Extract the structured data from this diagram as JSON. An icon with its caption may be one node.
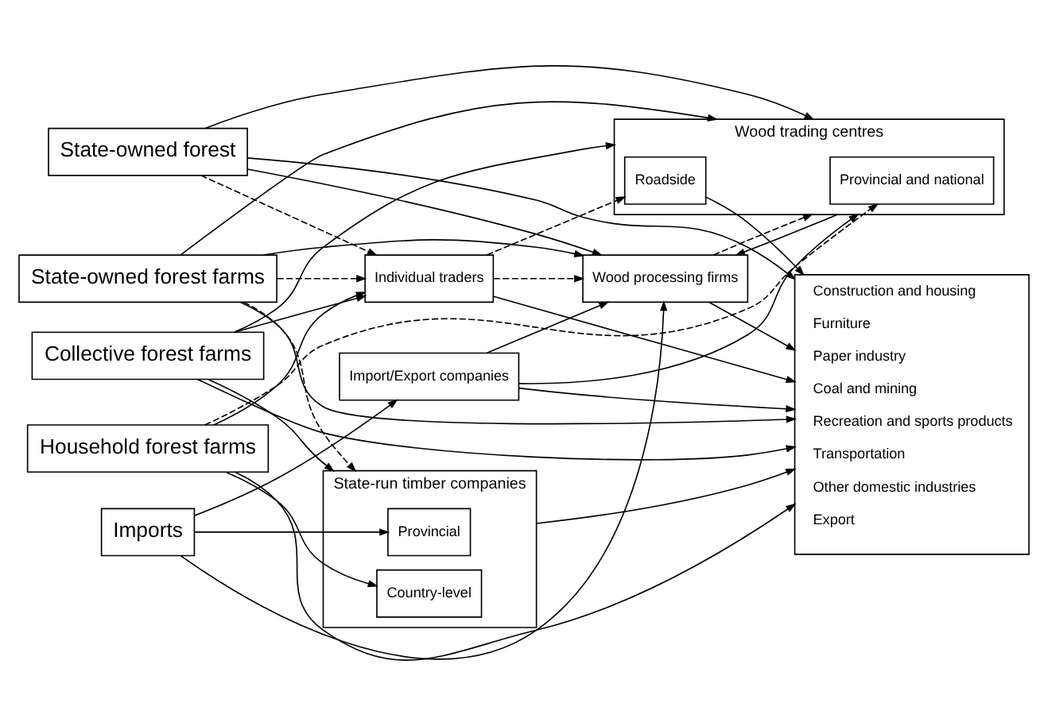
{
  "diagram": {
    "nodes": [
      {
        "text": [
          "State-owned forest"
        ]
      },
      {
        "text": [
          "State-owned forest farms"
        ]
      },
      {
        "text": [
          "Collective forest farms"
        ]
      },
      {
        "text": [
          "Household forest farms"
        ]
      },
      {
        "text": [
          "Imports"
        ]
      },
      {
        "text": [
          "Wood processing firms"
        ]
      },
      {
        "text": [
          "Wood trading centres"
        ]
      },
      {
        "text": [
          "Provincial and national"
        ],
        "in": 6
      },
      {
        "text": [
          "Roadside"
        ],
        "in": 6
      },
      {
        "text": [
          "State-run timber companies"
        ]
      },
      {
        "text": [
          "Provincial"
        ],
        "in": 9
      },
      {
        "text": [
          "Country-level"
        ],
        "in": 9
      },
      {
        "text": [
          "Individual traders"
        ]
      },
      {
        "text": [
          "Import/Export companies"
        ]
      },
      {
        "text": [
          "Construction and housing",
          "Furniture",
          "Paper industry",
          "Coal and mining",
          "Recreation and sports products",
          "Transportation",
          "Other domestic industries",
          "Export"
        ]
      }
    ],
    "edges": [
      {
        "from": 0,
        "to": 5,
        "arrow": "to"
      },
      {
        "from": 0,
        "to": 14,
        "arrow": "to"
      },
      {
        "from": 0,
        "to": 6,
        "arrow": "to"
      },
      {
        "from": 0,
        "to": 12,
        "arrow": "to",
        "style": "dashed"
      },
      {
        "from": 1,
        "to": 14,
        "arrow": "to"
      },
      {
        "from": 1,
        "to": 5,
        "arrow": "to"
      },
      {
        "from": 1,
        "to": 12,
        "arrow": "to",
        "style": "dashed"
      },
      {
        "from": 1,
        "to": 6,
        "arrow": "to"
      },
      {
        "from": 1,
        "to": 9,
        "arrow": "to",
        "style": "dashed"
      },
      {
        "from": 2,
        "to": 14,
        "arrow": "to"
      },
      {
        "from": 2,
        "to": 6,
        "arrow": "to"
      },
      {
        "from": 2,
        "to": 9,
        "arrow": "to"
      },
      {
        "from": 2,
        "to": 12,
        "arrow": "to"
      },
      {
        "from": 3,
        "to": 14,
        "arrow": "to"
      },
      {
        "from": 3,
        "to": 11,
        "arrow": "to"
      },
      {
        "from": 3,
        "to": 7,
        "arrow": "to",
        "style": "dashed"
      },
      {
        "from": 3,
        "to": 12,
        "arrow": "to"
      },
      {
        "from": 4,
        "to": 5,
        "arrow": "to"
      },
      {
        "from": 4,
        "to": 10,
        "arrow": "to"
      },
      {
        "from": 4,
        "to": 13,
        "arrow": "to"
      },
      {
        "from": 5,
        "to": 14,
        "arrow": "to"
      },
      {
        "from": 5,
        "to": 6,
        "arrow": "to",
        "style": "dashed"
      },
      {
        "from": 6,
        "to": 5,
        "arrow": "to"
      },
      {
        "from": 8,
        "to": 14,
        "arrow": "to"
      },
      {
        "from": 9,
        "to": 14,
        "arrow": "to"
      },
      {
        "from": 12,
        "to": 14,
        "arrow": "to"
      },
      {
        "from": 12,
        "to": 5,
        "arrow": "to",
        "style": "dashed"
      },
      {
        "from": 12,
        "to": 8,
        "arrow": "to",
        "style": "dashed"
      },
      {
        "from": 13,
        "to": 14,
        "arrow": "to"
      },
      {
        "from": 13,
        "to": 5,
        "arrow": "to"
      },
      {
        "from": 13,
        "to": 6,
        "arrow": "to"
      }
    ]
  }
}
